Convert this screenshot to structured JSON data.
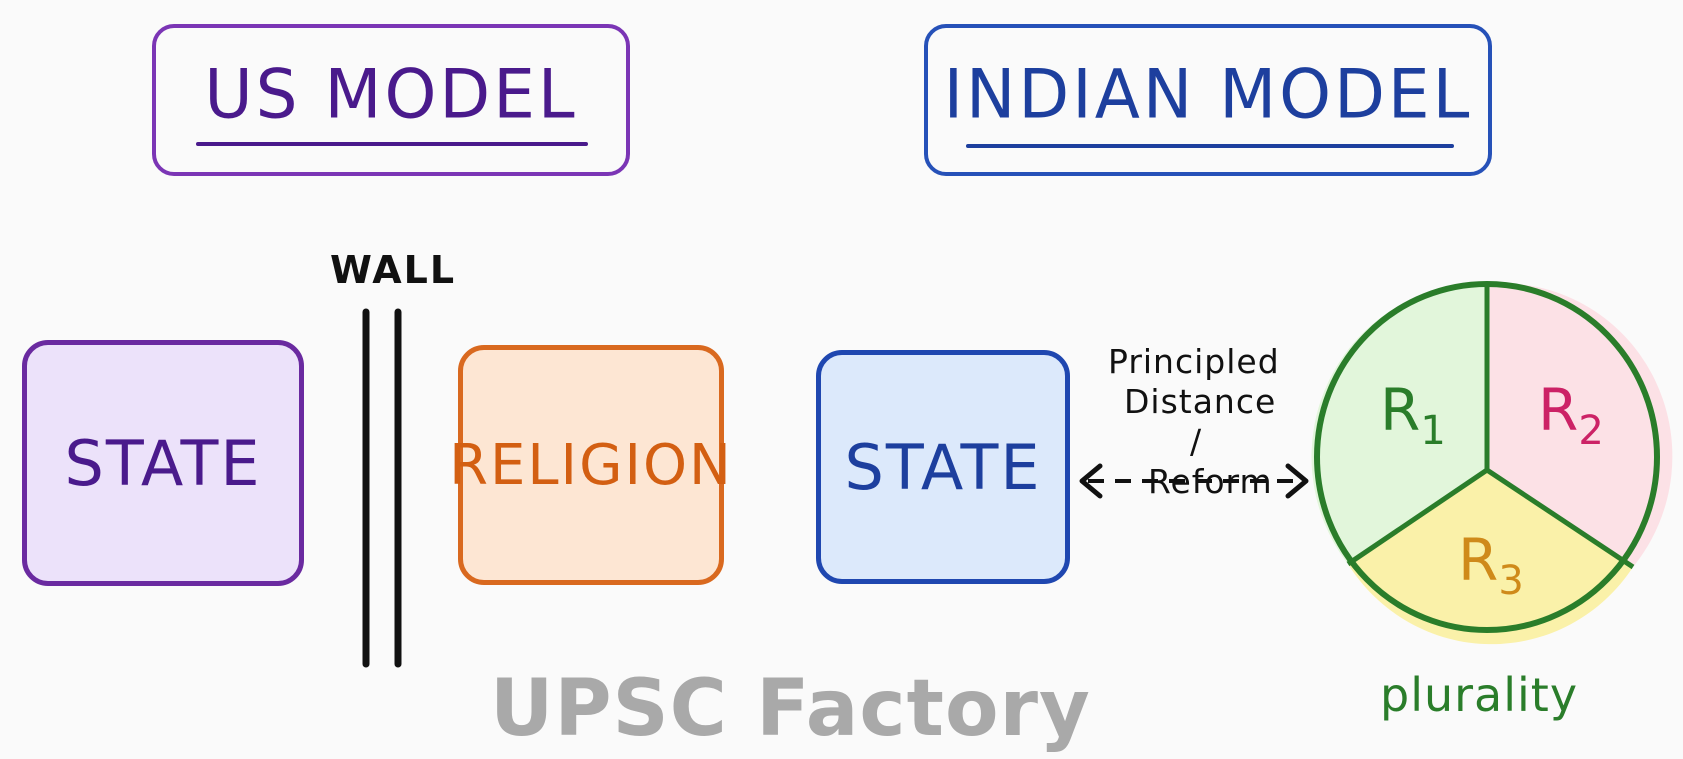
{
  "us_model": {
    "title": "US MODEL",
    "wall_label": "WALL",
    "state_label": "STATE",
    "religion_label": "RELIGION"
  },
  "indian_model": {
    "title": "INDIAN MODEL",
    "state_label": "STATE",
    "arrow_label_line1": "Principled",
    "arrow_label_line2": "Distance /",
    "arrow_label_line3": "Reform",
    "segments": [
      {
        "base": "R",
        "sub": "1"
      },
      {
        "base": "R",
        "sub": "2"
      },
      {
        "base": "R",
        "sub": "3"
      }
    ],
    "circle_caption": "plurality"
  },
  "watermark": "UPSC Factory",
  "colors": {
    "us_purple": "#6a2aa0",
    "us_purple_fill": "#ece2fa",
    "orange": "#d9691f",
    "orange_fill": "#fde6d3",
    "indian_blue": "#1f47b0",
    "blue_fill": "#dce9fb",
    "green": "#2a7d2a",
    "r1_fill": "#e2f6db",
    "r2_fill": "#fce1e6",
    "r2_text": "#cc2266",
    "r3_fill": "#faf1a9",
    "r3_text": "#cf8a1a"
  }
}
